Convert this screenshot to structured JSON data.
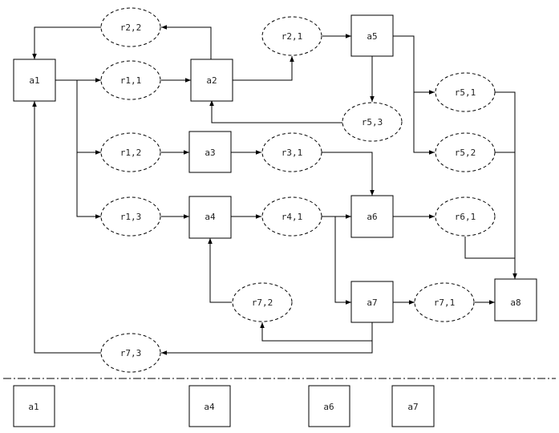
{
  "diagram": {
    "nodes": {
      "a1": "a1",
      "a2": "a2",
      "a3": "a3",
      "a4": "a4",
      "a5": "a5",
      "a6": "a6",
      "a7": "a7",
      "a8": "a8",
      "r1_1": "r1,1",
      "r1_2": "r1,2",
      "r1_3": "r1,3",
      "r2_1": "r2,1",
      "r2_2": "r2,2",
      "r3_1": "r3,1",
      "r4_1": "r4,1",
      "r5_1": "r5,1",
      "r5_2": "r5,2",
      "r5_3": "r5,3",
      "r6_1": "r6,1",
      "r7_1": "r7,1",
      "r7_2": "r7,2",
      "r7_3": "r7,3"
    },
    "bottom_row": {
      "b1": "a1",
      "b2": "a4",
      "b3": "a6",
      "b4": "a7"
    },
    "colors": {
      "stroke": "#000000",
      "fill": "#ffffff",
      "text": "#222222"
    }
  }
}
